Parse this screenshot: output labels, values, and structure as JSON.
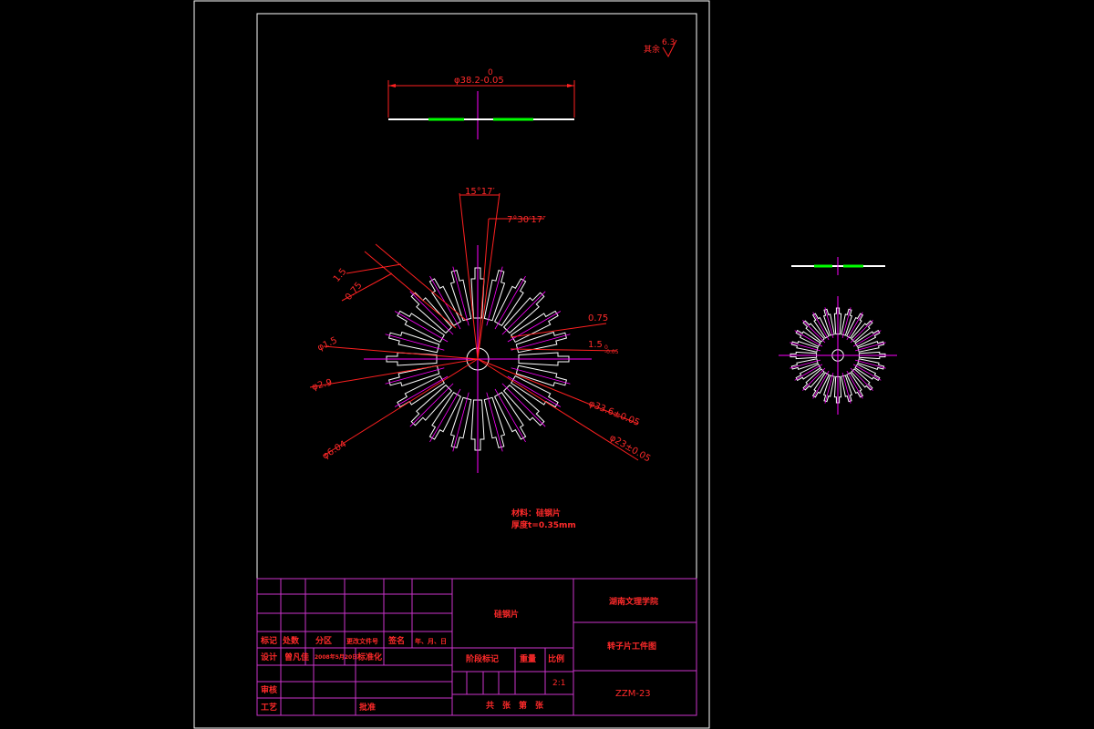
{
  "colors": {
    "background": "#000000",
    "frame": "#ffffff",
    "dimension": "#ff2020",
    "centerline": "#ff00ff",
    "table_line": "#cc33cc",
    "outline": "#ffffff",
    "green": "#00ff00",
    "text": "#ff2a2a"
  },
  "roughness": {
    "label": "其余",
    "value": "6.3"
  },
  "section_view": {
    "dim_top": "0",
    "dim_main": "φ38.2-0.05"
  },
  "dimensions": {
    "angle_1": "15°17′",
    "angle_2": "7°30′17″",
    "d_1_5": "1.5",
    "d_0_75": "0.75",
    "d_0_75_b": "0.75",
    "d_1_5_b": "1.5",
    "d_1_5_b_tol": "0\n-0.05",
    "phi1_5": "φ1.5",
    "phi2_9": "φ2.9",
    "phi6_04": "φ6.04",
    "phi33_6": "φ33.6±0.05",
    "phi23_4": "φ23±0.05"
  },
  "notes": {
    "material": "材料：硅钢片",
    "thickness": "厚度t=0.35mm"
  },
  "title_block": {
    "part_name": "硅钢片",
    "company": "湖南文理学院",
    "drawing_title": "转子片工件图",
    "drawing_no": "ZZM-23",
    "scale_label": "比例",
    "scale_value": "2:1",
    "weight_label": "重量",
    "stage_label": "阶段标记",
    "sheet_label": "共　张　第　张",
    "header_marks": "标记",
    "header_count": "处数",
    "header_zone": "分区",
    "header_docno": "更改文件号",
    "header_sign": "签名",
    "header_date": "年、月、日",
    "design_label": "设计",
    "designer": "曾凡佳",
    "design_date": "2008年5月20日",
    "standard_label": "标准化",
    "review_label": "审核",
    "process_label": "工艺",
    "approve_label": "批准"
  }
}
